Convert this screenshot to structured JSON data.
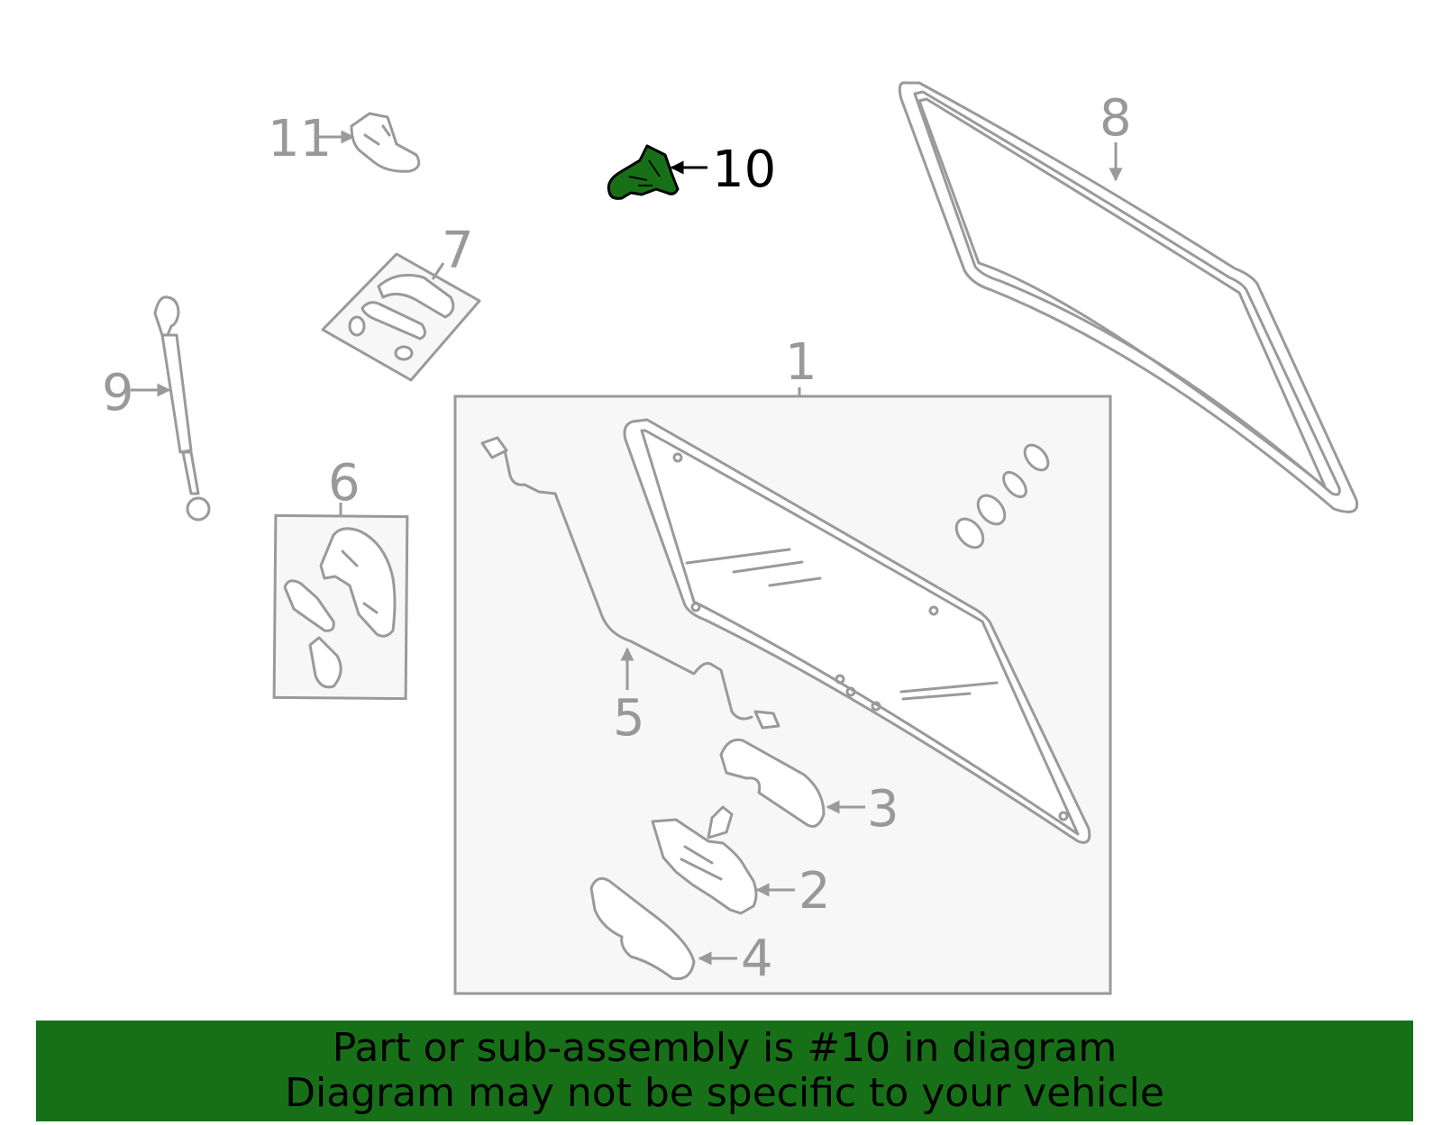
{
  "callouts": {
    "p1": "1",
    "p2": "2",
    "p3": "3",
    "p4": "4",
    "p5": "5",
    "p6": "6",
    "p7": "7",
    "p8": "8",
    "p9": "9",
    "p10": "10",
    "p11": "11"
  },
  "highlighted_part": "10",
  "banner": {
    "line1": "Part or sub-assembly is #10 in diagram",
    "line2": "Diagram may not be specific to your vehicle"
  },
  "colors": {
    "highlight": "#177017",
    "line": "#9a9a9a",
    "box_fill": "#f7f7f7"
  }
}
